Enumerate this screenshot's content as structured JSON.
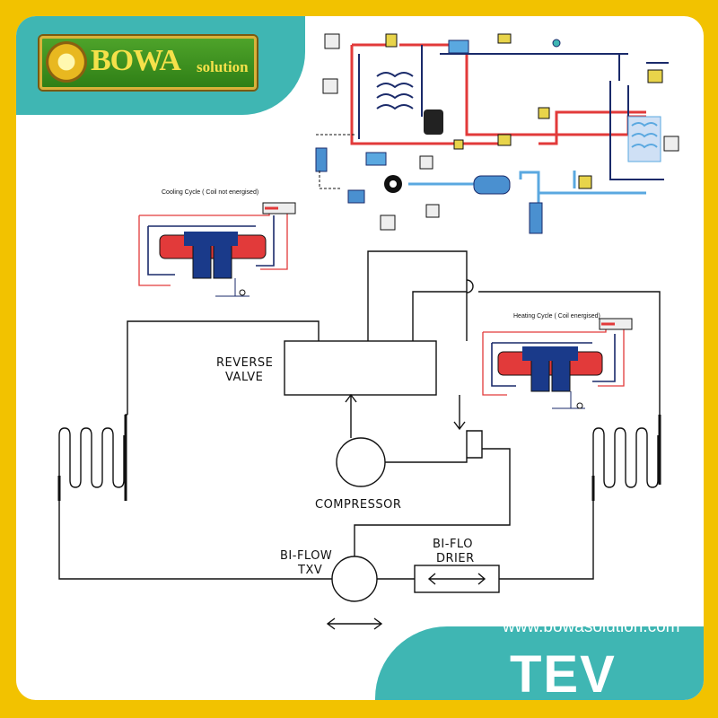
{
  "brand": {
    "name": "BOWA",
    "suffix": "solution"
  },
  "website": "www.bowasolution.com",
  "product": "TEV",
  "insets": {
    "cooling": "Cooling Cycle ( Coil not energised)",
    "heating": "Heating Cycle ( Coil energised)"
  },
  "diagram": {
    "reverse_valve": [
      "REVERSE",
      "VALVE"
    ],
    "compressor": "COMPRESSOR",
    "txv": [
      "BI-FLOW",
      "TXV"
    ],
    "drier": [
      "BI-FLO",
      "DRIER"
    ]
  },
  "colors": {
    "frame": "#f2c200",
    "teal": "#3fb6b3",
    "hot_line": "#e23a3a",
    "cold_line": "#5aa8e0",
    "dark_line": "#1a2a6a"
  }
}
